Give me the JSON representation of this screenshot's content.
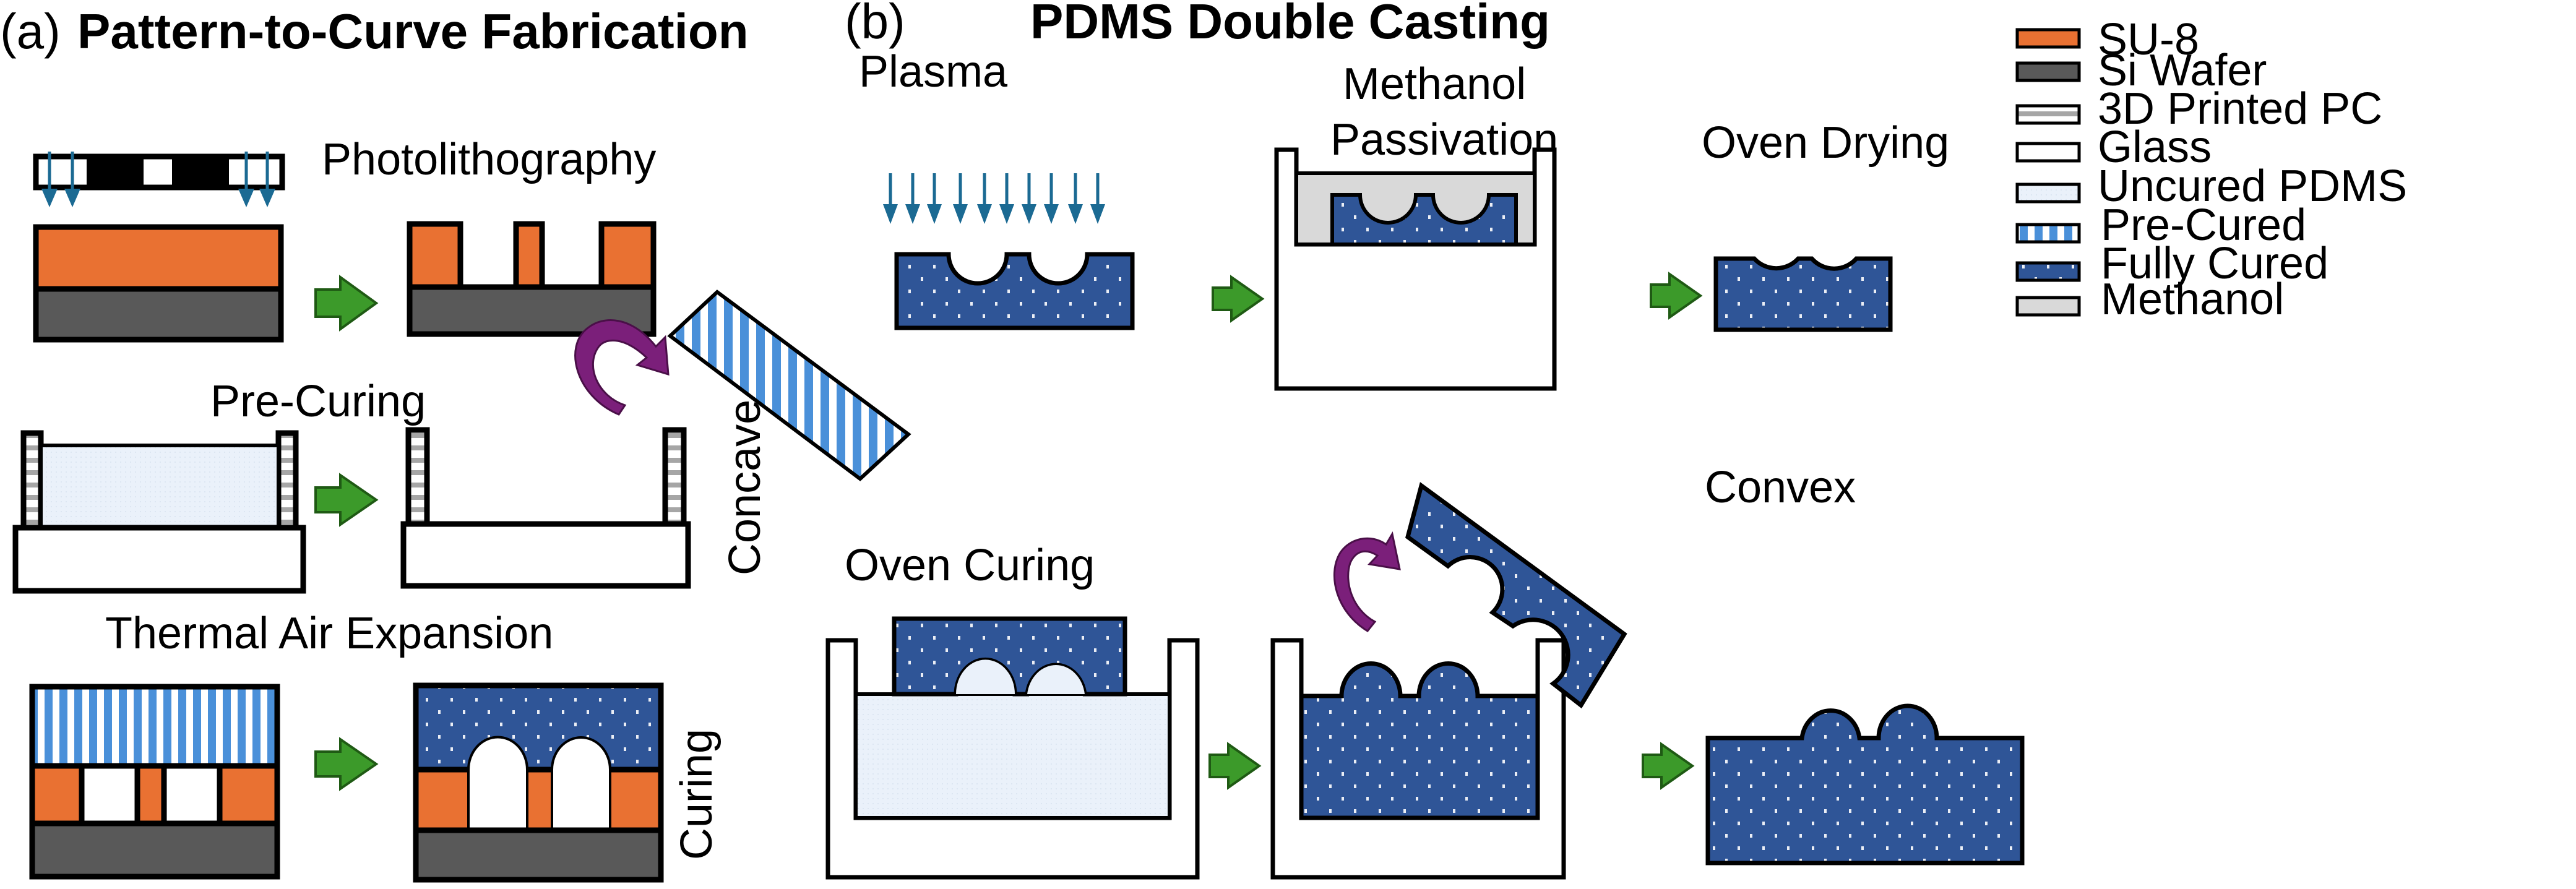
{
  "panel_a": {
    "tag": "(a)",
    "title": "Pattern-to-Curve Fabrication",
    "steps": {
      "photolithography": "Photolithography",
      "pre_curing": "Pre-Curing",
      "thermal_air_expansion": "Thermal Air Expansion",
      "concave": "Concave",
      "curing": "Curing"
    }
  },
  "panel_b": {
    "tag": "(b)",
    "title": "PDMS Double Casting",
    "steps": {
      "plasma": "Plasma",
      "methanol_passivation_line1": "Methanol",
      "methanol_passivation_line2": "Passivation",
      "oven_drying": "Oven Drying",
      "oven_curing": "Oven Curing",
      "convex": "Convex"
    }
  },
  "legend": [
    {
      "label": "SU-8",
      "material": "su8",
      "color": "#E97132"
    },
    {
      "label": "Si Wafer",
      "material": "si-wafer",
      "color": "#595959"
    },
    {
      "label": "3D Printed PC",
      "material": "printed-pc",
      "color": "#A6A6A6"
    },
    {
      "label": "Glass",
      "material": "glass",
      "color": "#FFFFFF"
    },
    {
      "label": "Uncured PDMS",
      "material": "uncured-pdms",
      "color": "#EAF1FA"
    },
    {
      "label": "Pre-Cured",
      "material": "pre-cured",
      "color": "#4A90D9"
    },
    {
      "label": "Fully Cured",
      "material": "fully-cured",
      "color": "#2F5597"
    },
    {
      "label": "Methanol",
      "material": "methanol",
      "color": "#D9D9D9"
    }
  ],
  "colors": {
    "process_arrow": "#3C9A2A",
    "flip_arrow": "#7B1F7A",
    "uv_arrow": "#1B6A93"
  }
}
